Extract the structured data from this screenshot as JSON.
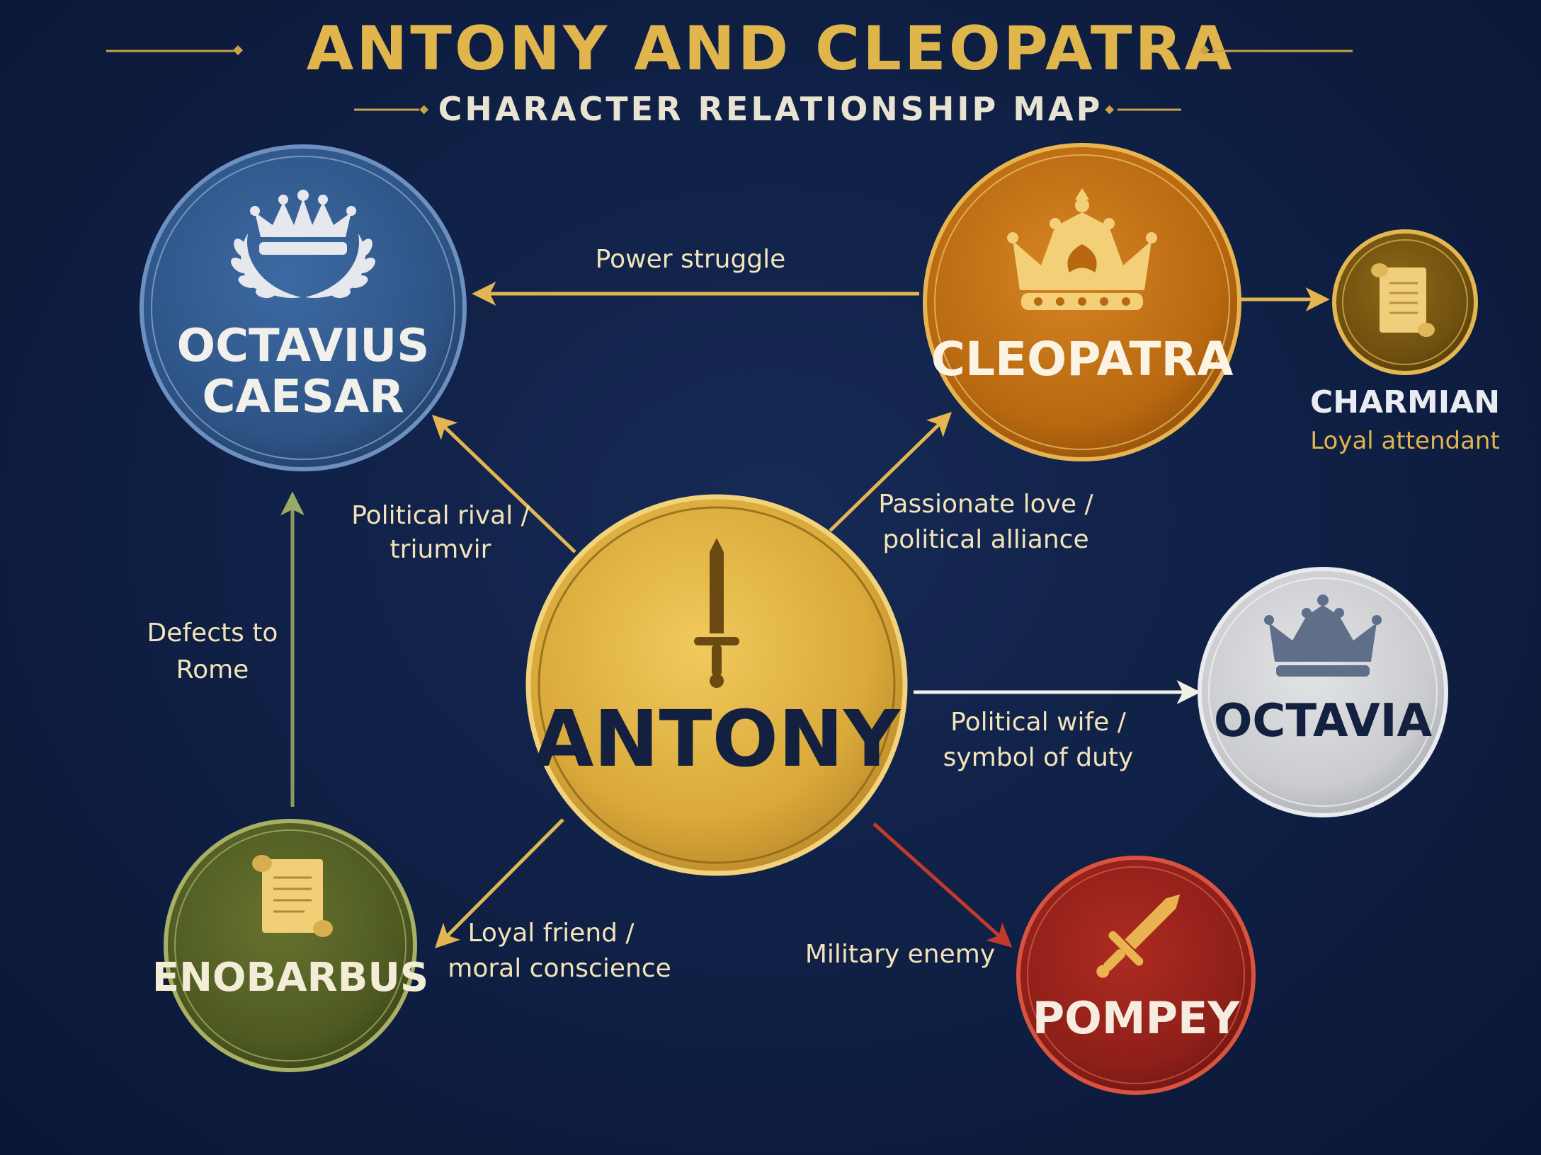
{
  "header": {
    "title": "ANTONY AND CLEOPATRA",
    "subtitle": "CHARACTER RELATIONSHIP MAP"
  },
  "colors": {
    "background": "#0f1f44",
    "gold_text": "#e0b64c",
    "gold_line": "#e3b652",
    "green_line": "#8c9a60",
    "red_line": "#c23a2c",
    "antony": "#d9a93a",
    "octavius": "#2e5486",
    "cleopatra": "#b8680f",
    "octavia": "#c9cbce",
    "enobarbus": "#4e5a22",
    "pompey": "#8e1f19",
    "charmian": "#6e4f0e"
  },
  "nodes": {
    "antony": {
      "name": "ANTONY",
      "icon": "sword-icon"
    },
    "octavius": {
      "name_line1": "OCTAVIUS",
      "name_line2": "CAESAR",
      "icon": "crown-with-laurel-icon"
    },
    "cleopatra": {
      "name": "CLEOPATRA",
      "icon": "royal-crown-icon"
    },
    "charmian": {
      "name": "CHARMIAN",
      "role": "Loyal attendant",
      "icon": "scroll-icon"
    },
    "octavia": {
      "name": "OCTAVIA",
      "icon": "crown-icon"
    },
    "enobarbus": {
      "name": "ENOBARBUS",
      "icon": "scroll-icon"
    },
    "pompey": {
      "name": "POMPEY",
      "icon": "sword-icon"
    }
  },
  "relationships": [
    {
      "from": "cleopatra",
      "to": "octavius",
      "line1": "Power struggle",
      "line2": ""
    },
    {
      "from": "antony",
      "to": "octavius",
      "line1": "Political rival /",
      "line2": "triumvir"
    },
    {
      "from": "antony",
      "to": "cleopatra",
      "line1": "Passionate love /",
      "line2": "political alliance"
    },
    {
      "from": "cleopatra",
      "to": "charmian",
      "line1": "",
      "line2": ""
    },
    {
      "from": "antony",
      "to": "octavia",
      "line1": "Political wife /",
      "line2": "symbol of duty"
    },
    {
      "from": "antony",
      "to": "enobarbus",
      "line1": "Loyal friend /",
      "line2": "moral conscience"
    },
    {
      "from": "antony",
      "to": "pompey",
      "line1": "Military enemy",
      "line2": ""
    },
    {
      "from": "enobarbus",
      "to": "octavius",
      "line1": "Defects to",
      "line2": "Rome"
    }
  ]
}
